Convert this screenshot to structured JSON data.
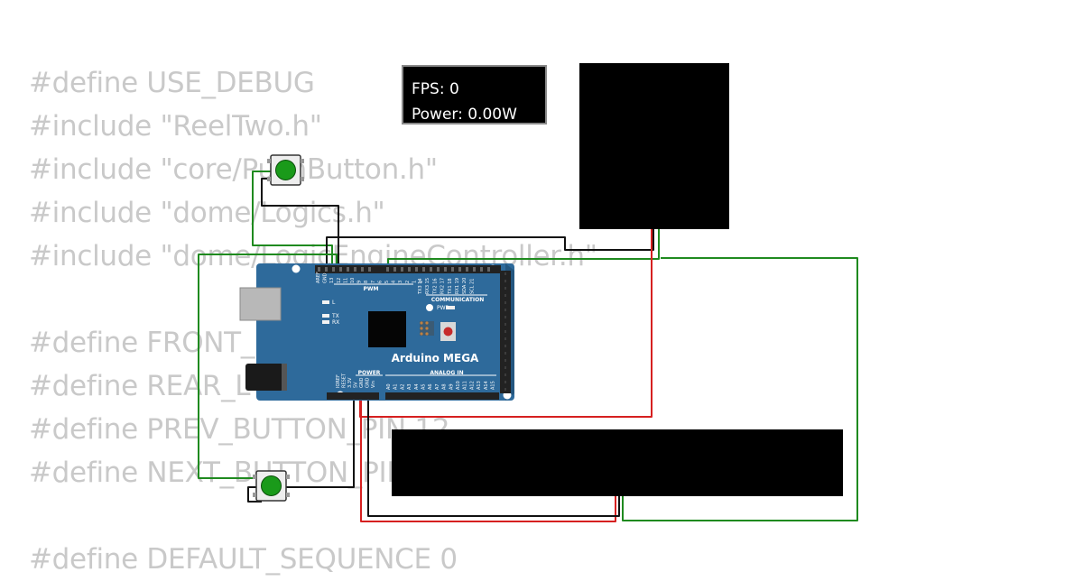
{
  "code": {
    "lines": [
      "#define USE_DEBUG",
      "#include \"ReelTwo.h\"",
      "#include \"core/PushButton.h\"",
      "#include \"dome/Logics.h\"",
      "#include \"dome/LogicEngineController.h\"",
      "",
      "#define FRONT_L",
      "#define REAR_L",
      "#define PREV_BUTTON_PIN 12",
      "#define NEXT_BUTTON_PIN",
      "",
      "#define DEFAULT_SEQUENCE 0"
    ]
  },
  "status": {
    "fps": "FPS: 0",
    "power": "Power: 0.00W"
  },
  "board": {
    "name": "Arduino MEGA",
    "power_label": "POWER",
    "analog_label": "ANALOG IN",
    "communication_label": "COMMUNICATION",
    "pwm_label": "PWM",
    "pwr_label": "PWR",
    "led_l": "L",
    "led_tx": "TX",
    "led_rx": "RX",
    "power_pins": [
      "IOREF",
      "RESET",
      "3.3V",
      "5V",
      "GND",
      "GND",
      "Vin"
    ],
    "analog_pins": [
      "A0",
      "A1",
      "A2",
      "A3",
      "A4",
      "A5",
      "A6",
      "A7",
      "A8",
      "A9",
      "A10",
      "A11",
      "A12",
      "A13",
      "A14",
      "A15"
    ],
    "digital_pins": [
      "AREF",
      "GND",
      "13",
      "12",
      "11",
      "10",
      "9",
      "8",
      "7",
      "6",
      "5",
      "4",
      "3",
      "2",
      "1",
      "0"
    ],
    "comm_pins": [
      "TX3 14",
      "RX3 15",
      "TX2 16",
      "RX2 17",
      "TX1 18",
      "RX1 19",
      "SDA 20",
      "SCL 21"
    ]
  },
  "colors": {
    "background": "#ffffff",
    "code_text": "#c9c9c9",
    "board_blue": "#2e6a9b",
    "wire_red": "#d62020",
    "wire_green": "#1f8a1f",
    "wire_black": "#111111",
    "button_green": "#1a9a1a"
  },
  "icons": {
    "button_top": "push-button-icon",
    "button_bottom": "push-button-icon"
  }
}
